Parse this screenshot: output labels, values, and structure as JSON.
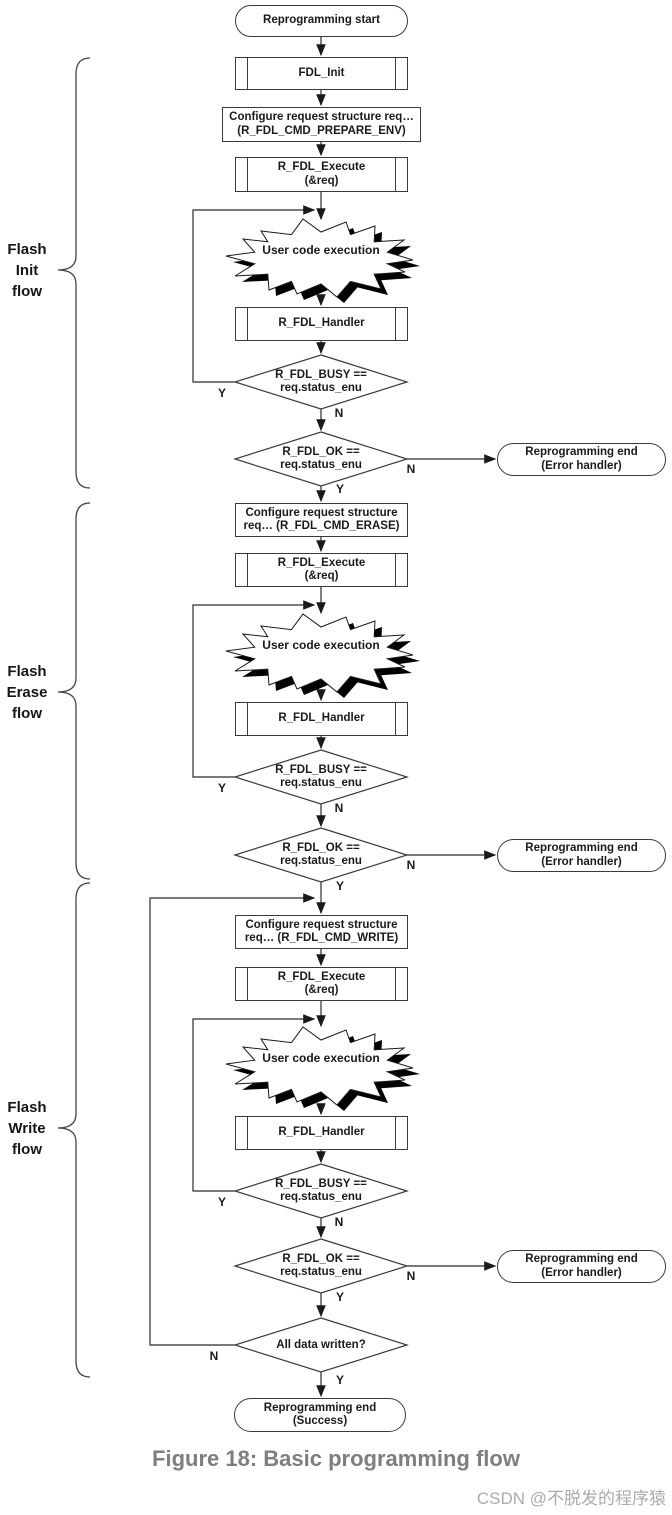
{
  "diagram": {
    "sections": [
      {
        "id": "init",
        "label_lines": [
          "Flash",
          "Init",
          "flow"
        ]
      },
      {
        "id": "erase",
        "label_lines": [
          "Flash",
          "Erase",
          "flow"
        ]
      },
      {
        "id": "write",
        "label_lines": [
          "Flash",
          "Write",
          "flow"
        ]
      }
    ],
    "nodes": {
      "start": "Reprogramming start",
      "fdl_init": "FDL_Init",
      "cfg_prepare_1": "Configure request structure req…",
      "cfg_prepare_2": "(R_FDL_CMD_PREPARE_ENV)",
      "execute_1": "R_FDL_Execute",
      "execute_2": "(&req)",
      "user_code_1": "User code",
      "user_code_2": "execution",
      "handler": "R_FDL_Handler",
      "busy_1": "R_FDL_BUSY ==",
      "busy_2": "req.status_enu",
      "ok_1": "R_FDL_OK ==",
      "ok_2": "req.status_enu",
      "error_end_1": "Reprogramming end",
      "error_end_2": "(Error handler)",
      "cfg_erase_1": "Configure request structure",
      "cfg_erase_2": "req… (R_FDL_CMD_ERASE)",
      "cfg_write_1": "Configure request structure",
      "cfg_write_2": "req… (R_FDL_CMD_WRITE)",
      "all_data_written": "All data written?",
      "success_1": "Reprogramming end",
      "success_2": "(Success)"
    },
    "branch": {
      "yes": "Y",
      "no": "N"
    }
  },
  "caption": "Figure 18: Basic programming flow",
  "watermark": "CSDN @不脱发的程序猿",
  "colors": {
    "line": "#2b2b2b",
    "shape_fill": "#ffffff",
    "burst_shadow": "#000000",
    "caption": "#7e7e7e",
    "watermark": "#ababab"
  }
}
